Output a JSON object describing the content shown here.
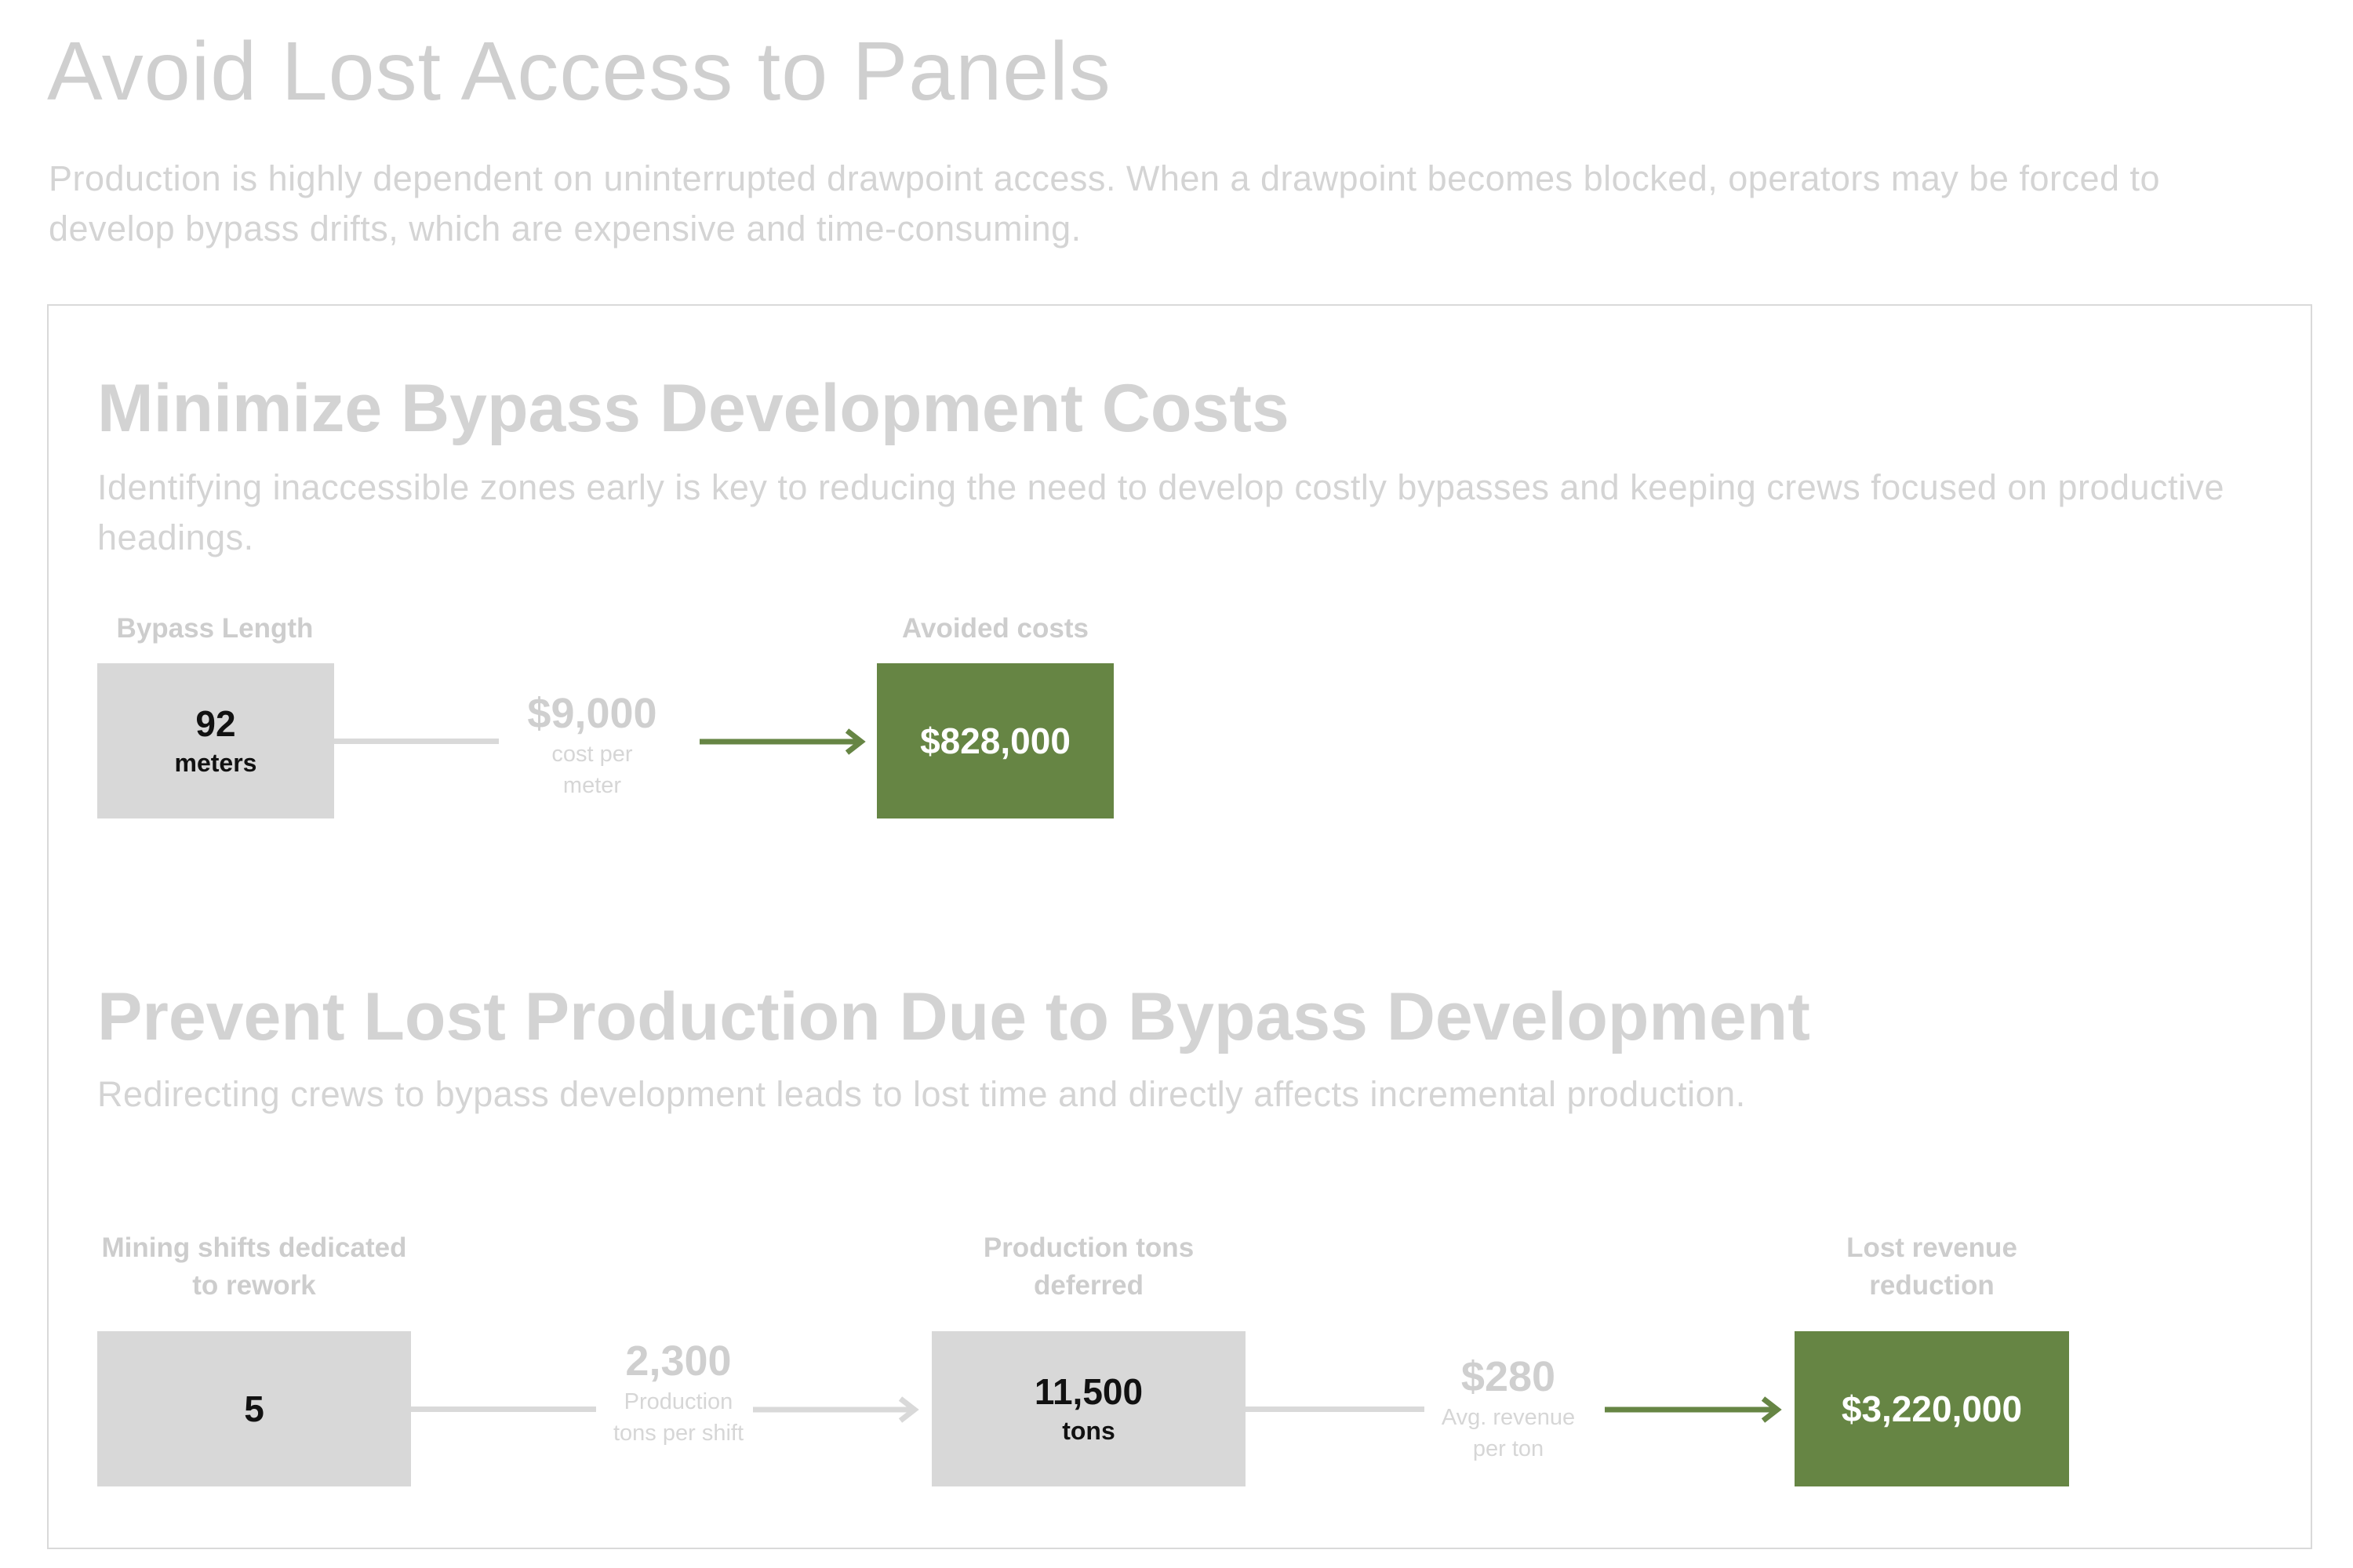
{
  "page": {
    "title": "Avoid Lost Access to Panels",
    "intro": "Production is highly dependent on uninterrupted drawpoint access. When a drawpoint becomes blocked, operators may be forced to develop bypass drifts, which are expensive and time-consuming."
  },
  "section1": {
    "title": "Minimize Bypass Development Costs",
    "description": "Identifying inaccessible zones early is key to reducing the need to develop costly bypasses and keeping crews focused on productive headings.",
    "input": {
      "label": "Bypass Length",
      "value": "92",
      "unit": "meters"
    },
    "multiplier": {
      "value": "$9,000",
      "caption": "cost per meter"
    },
    "result": {
      "label": "Avoided costs",
      "value": "$828,000"
    }
  },
  "section2": {
    "title": "Prevent Lost Production Due to Bypass Development",
    "description": "Redirecting crews to bypass development leads to lost time and directly affects incremental production.",
    "input": {
      "label": "Mining shifts dedicated to rework",
      "value": "5"
    },
    "multiplier1": {
      "value": "2,300",
      "caption": "Production tons per shift"
    },
    "intermediate": {
      "label": "Production tons deferred",
      "value": "11,500",
      "unit": "tons"
    },
    "multiplier2": {
      "value": "$280",
      "caption": "Avg. revenue per ton"
    },
    "result": {
      "label": "Lost revenue reduction",
      "value": "$3,220,000"
    }
  },
  "colors": {
    "accent_green": "#668544",
    "box_gray": "#d8d8d8",
    "text_muted": "#cfcfcf"
  }
}
